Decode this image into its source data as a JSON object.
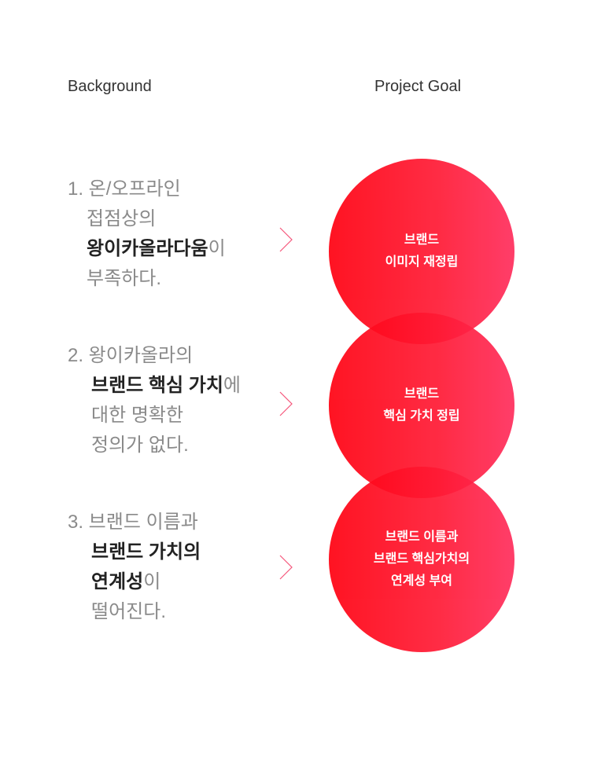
{
  "headers": {
    "background": "Background",
    "goal": "Project Goal"
  },
  "items": [
    {
      "lines": [
        {
          "pre": "1. 온/오프라인",
          "bold": "",
          "post": ""
        },
        {
          "pre": "접점상의",
          "bold": "",
          "post": ""
        },
        {
          "pre": "",
          "bold": "왕이카올라다움",
          "post": "이"
        },
        {
          "pre": "부족하다.",
          "bold": "",
          "post": ""
        }
      ]
    },
    {
      "lines": [
        {
          "pre": "2. 왕이카올라의",
          "bold": "",
          "post": ""
        },
        {
          "pre": "",
          "bold": "브랜드 핵심 가치",
          "post": "에"
        },
        {
          "pre": "대한 명확한",
          "bold": "",
          "post": ""
        },
        {
          "pre": "정의가 없다.",
          "bold": "",
          "post": ""
        }
      ]
    },
    {
      "lines": [
        {
          "pre": "3. 브랜드 이름과",
          "bold": "",
          "post": ""
        },
        {
          "pre": "",
          "bold": "브랜드 가치의",
          "post": ""
        },
        {
          "pre": "",
          "bold": "연계성",
          "post": "이"
        },
        {
          "pre": "떨어진다.",
          "bold": "",
          "post": ""
        }
      ]
    }
  ],
  "goals": [
    {
      "lines": [
        "브랜드",
        "이미지 재정립"
      ]
    },
    {
      "lines": [
        "브랜드",
        "핵심 가치 정립"
      ]
    },
    {
      "lines": [
        "브랜드 이름과",
        "브랜드 핵심가치의",
        "연계성 부여"
      ]
    }
  ],
  "colors": {
    "accent": "#ff0010",
    "accent_end": "#ff2d5c",
    "chevron": "#f5557a"
  }
}
